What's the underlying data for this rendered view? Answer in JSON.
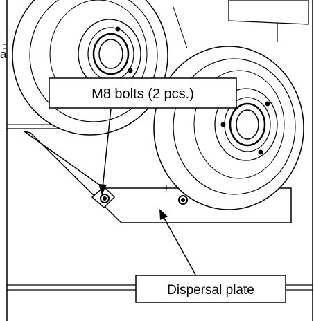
{
  "figure": {
    "callouts": {
      "bolts": "M8 bolts (2 pcs.)",
      "plate": "Dispersal plate"
    },
    "cut_off_text": "a"
  },
  "colors": {
    "line": "#000000",
    "background": "#ffffff"
  }
}
